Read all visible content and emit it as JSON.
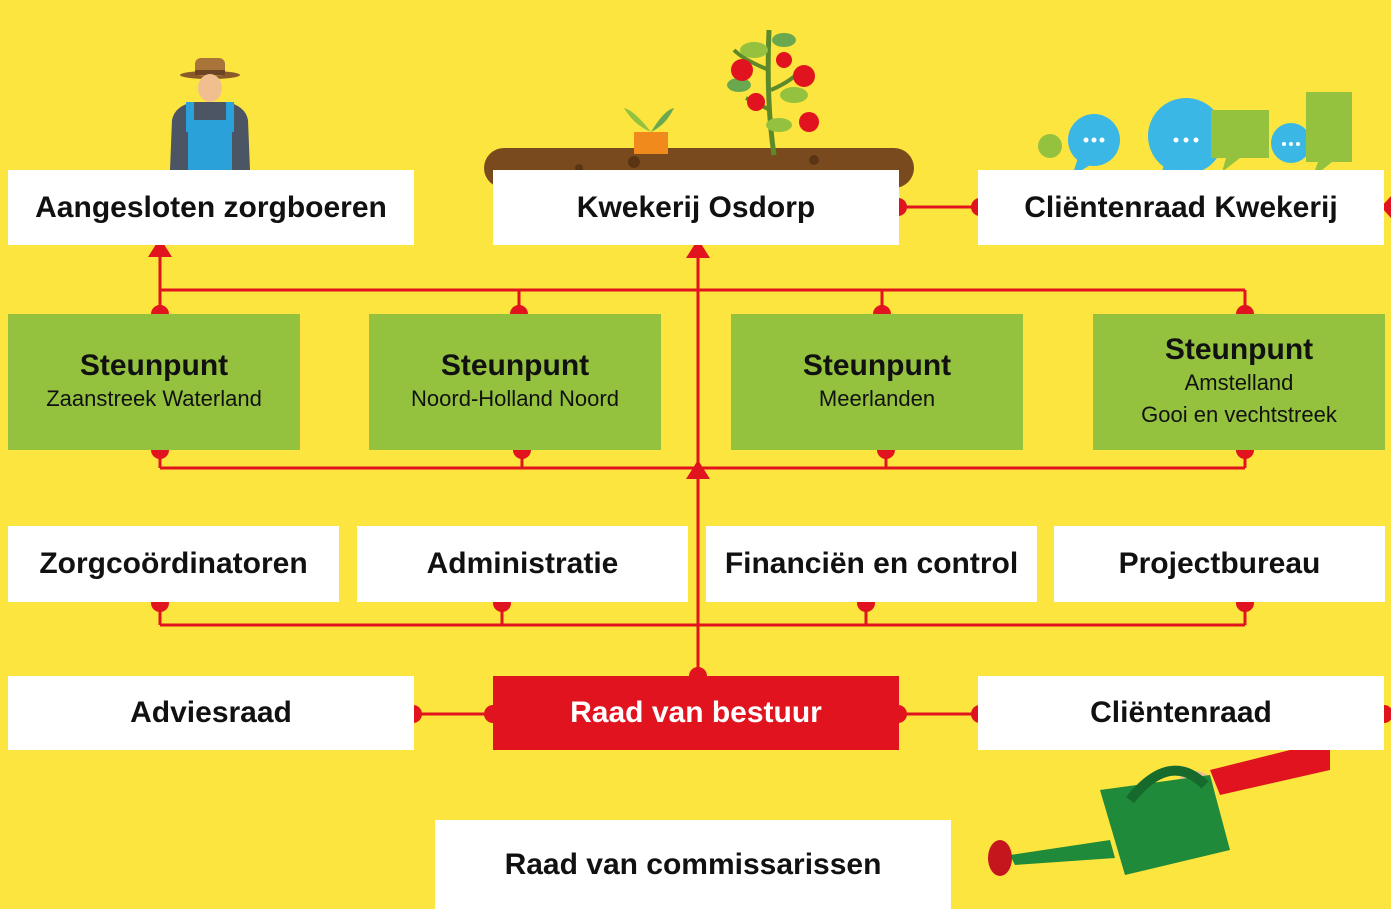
{
  "top_row": {
    "zorgboeren": "Aangesloten zorgboeren",
    "kwekerij": "Kwekerij Osdorp",
    "clientenraad_kwekerij": "Cliëntenraad Kwekerij"
  },
  "steunpunten": [
    {
      "title": "Steunpunt",
      "lines": [
        "Zaanstreek Waterland"
      ]
    },
    {
      "title": "Steunpunt",
      "lines": [
        "Noord-Holland Noord"
      ]
    },
    {
      "title": "Steunpunt",
      "lines": [
        "Meerlanden"
      ]
    },
    {
      "title": "Steunpunt",
      "lines": [
        "Amstelland",
        "Gooi en vechtstreek"
      ]
    }
  ],
  "staff_row": {
    "zorgcoordinatoren": "Zorgcoördinatoren",
    "administratie": "Administratie",
    "financien": "Financiën en control",
    "projectbureau": "Projectbureau"
  },
  "governance_row": {
    "adviesraad": "Adviesraad",
    "raad_van_bestuur": "Raad van bestuur",
    "clientenraad": "Cliëntenraad"
  },
  "commissarissen": "Raad van commissarissen",
  "colors": {
    "background": "#fde53f",
    "connector": "#e0131f",
    "steunpunt_fill": "#94c23f",
    "board_fill": "#e0131f",
    "box_fill": "#ffffff"
  },
  "icons": [
    "farmer-illustration",
    "garden-plants-illustration",
    "speech-bubbles-illustration",
    "watering-can-illustration"
  ]
}
